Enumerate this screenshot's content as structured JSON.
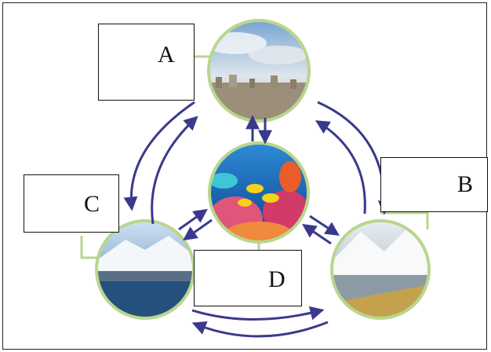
{
  "labels": {
    "a": "A",
    "b": "B",
    "c": "C",
    "d": "D"
  },
  "icons": {
    "top_circle": "city-atmosphere-photo-icon",
    "center_circle": "coral-reef-ocean-photo-icon",
    "left_circle": "glacier-ice-photo-icon",
    "right_circle": "snowy-mountain-photo-icon"
  },
  "colors": {
    "arrow": "#3a3a8c",
    "circle_ring": "#b9d68e",
    "connector_line": "#b9d68e",
    "border": "#222222"
  }
}
